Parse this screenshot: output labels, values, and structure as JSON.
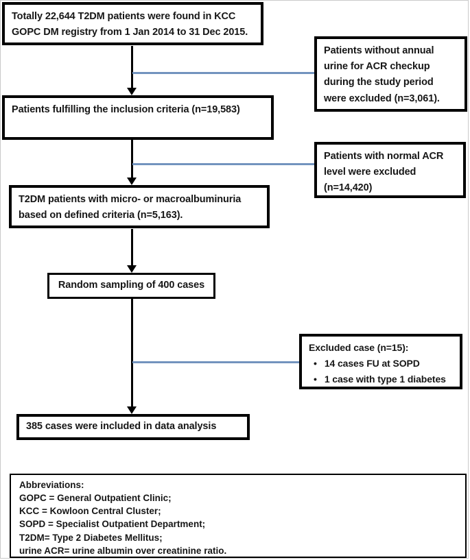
{
  "flowchart": {
    "main_boxes": [
      {
        "text": "Totally 22,644 T2DM patients were found in KCC GOPC DM registry from 1 Jan 2014 to 31 Dec 2015."
      },
      {
        "text": "Patients fulfilling the inclusion criteria (n=19,583)"
      },
      {
        "text": "T2DM patients with micro- or macroalbuminuria based on defined criteria (n=5,163)."
      },
      {
        "text": "Random sampling of 400 cases"
      },
      {
        "text": "385 cases were included in data analysis"
      }
    ],
    "exclusion_boxes": [
      {
        "text": "Patients without annual urine for ACR checkup during the study period were excluded (n=3,061)."
      },
      {
        "text": "Patients with normal ACR level were excluded (n=14,420)"
      },
      {
        "title": "Excluded case (n=15):",
        "bullet": "•",
        "items": [
          "14 cases FU at SOPD",
          "1 case with type 1 diabetes"
        ]
      }
    ],
    "abbreviations": {
      "title": "Abbreviations:",
      "lines": [
        "GOPC = General Outpatient Clinic;",
        "KCC = Kowloon Central Cluster;",
        "SOPD = Specialist Outpatient Department;",
        "T2DM= Type 2 Diabetes Mellitus;",
        "urine ACR= urine albumin over creatinine ratio."
      ]
    },
    "colors": {
      "connector_blue": "#7293be",
      "box_border": "#000000",
      "background": "#ffffff"
    }
  }
}
